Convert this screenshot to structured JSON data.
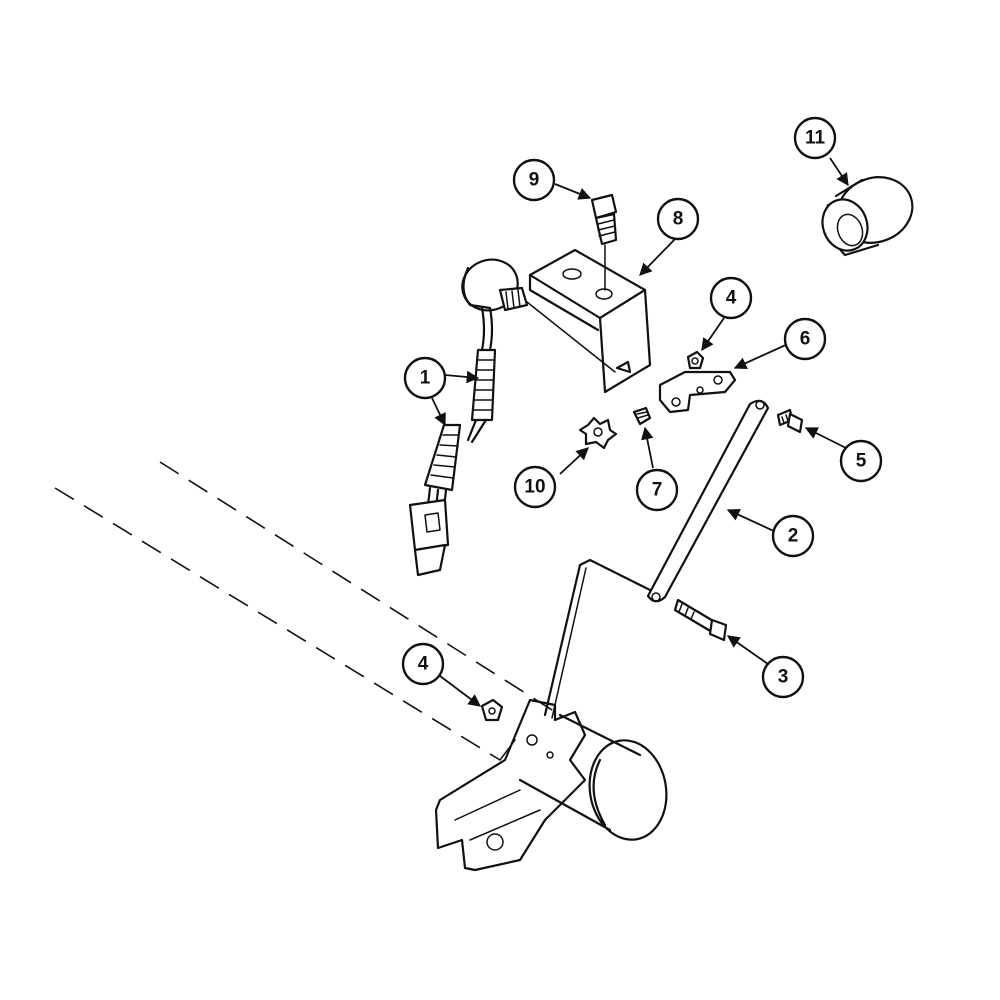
{
  "callouts": {
    "c1": "1",
    "c2": "2",
    "c3": "3",
    "c4a": "4",
    "c4b": "4",
    "c5": "5",
    "c6": "6",
    "c7": "7",
    "c8": "8",
    "c9": "9",
    "c10": "10",
    "c11": "11"
  }
}
